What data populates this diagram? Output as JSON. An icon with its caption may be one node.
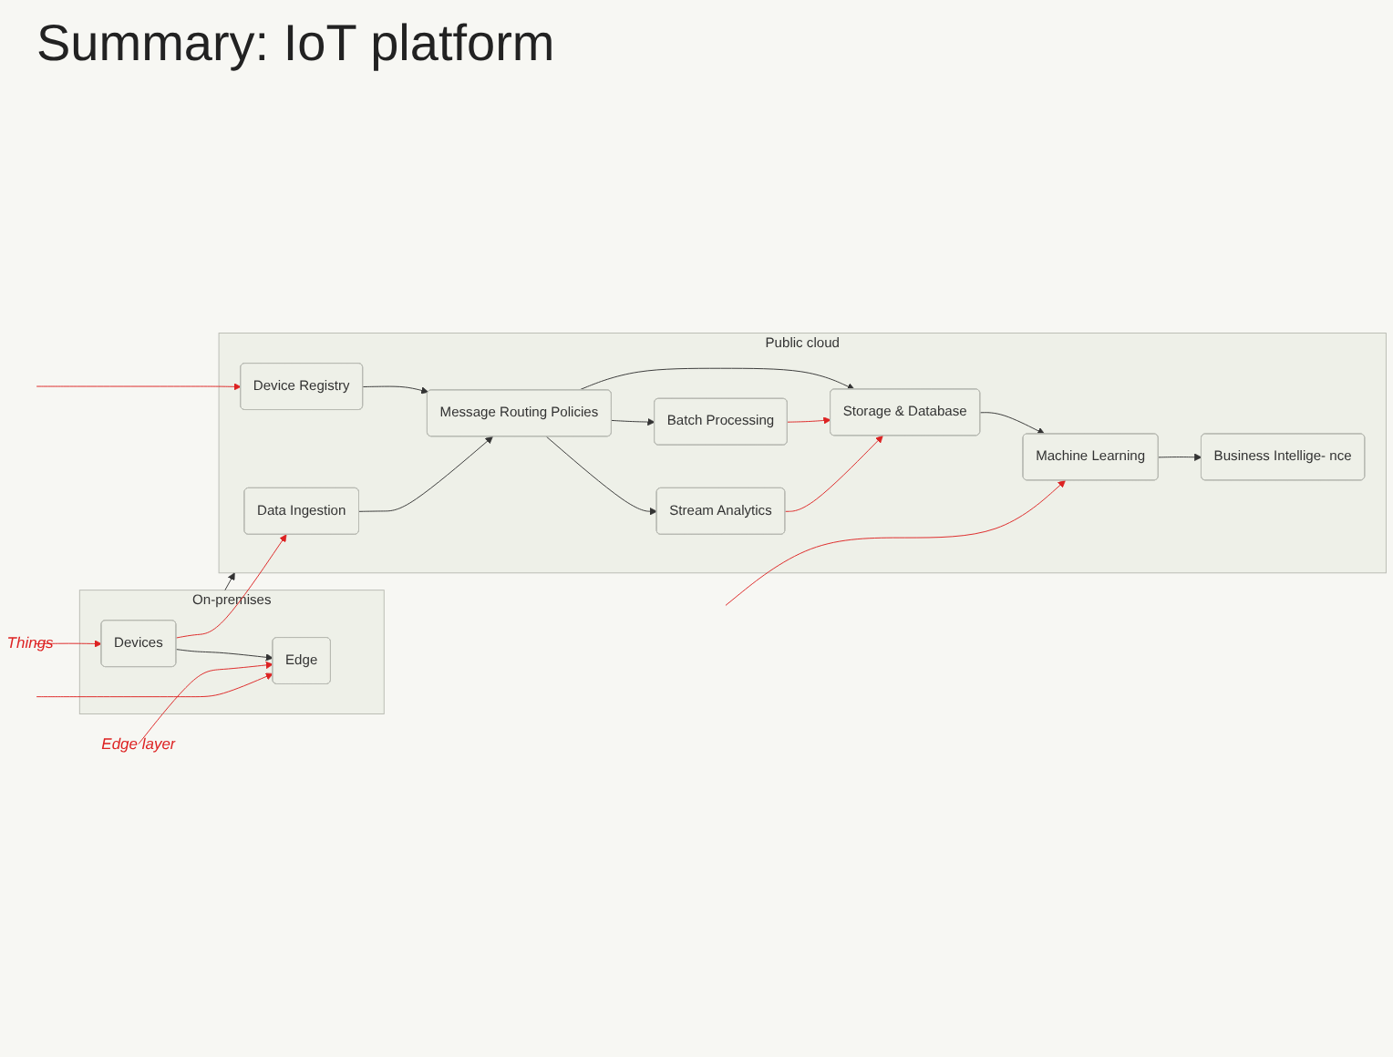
{
  "diagram": {
    "title": "Summary: IoT platform",
    "nodes": [
      {
        "text": [
          "On-premises"
        ]
      },
      {
        "text": [
          "Devices"
        ],
        "in": 0
      },
      {
        "text": [
          "Edge"
        ],
        "in": 0
      },
      {
        "text": [
          "Public cloud"
        ]
      },
      {
        "text": [
          "Device Registry"
        ],
        "in": 3
      },
      {
        "text": [
          "Data Ingestion"
        ],
        "in": 3
      },
      {
        "text": [
          "Message Routing Policies"
        ],
        "in": 3
      },
      {
        "text": [
          "Batch Processing"
        ],
        "in": 3
      },
      {
        "text": [
          "Storage & Database"
        ],
        "in": 3
      },
      {
        "text": [
          "Stream Analytics"
        ],
        "in": 3
      },
      {
        "text": [
          "Machine Learning"
        ],
        "in": 3
      },
      {
        "text": [
          "Business Intellige- nce"
        ],
        "in": 3
      },
      {
        "text": [
          "Things"
        ]
      },
      {
        "text": [
          "Edge layer"
        ]
      }
    ],
    "edges": [
      {
        "from": 1,
        "to": 2,
        "arrow": "to"
      },
      {
        "from": 0,
        "to": 3,
        "arrow": "to"
      },
      {
        "from": 4,
        "to": 6,
        "arrow": "to"
      },
      {
        "from": 5,
        "to": 6,
        "arrow": "to"
      },
      {
        "from": 6,
        "to": 7,
        "arrow": "to"
      },
      {
        "from": 6,
        "to": 8,
        "arrow": "to"
      },
      {
        "from": 6,
        "to": 9,
        "arrow": "to"
      },
      {
        "from": 8,
        "to": 10,
        "arrow": "to"
      },
      {
        "from": 10,
        "to": 11,
        "arrow": "to"
      },
      {
        "from": 12,
        "to": 1,
        "arrow": "to",
        "color": "#dd2222"
      },
      {
        "from": 13,
        "to": 2,
        "arrow": "to",
        "color": "#dd2222"
      },
      {
        "from": 7,
        "to": 8,
        "arrow": "to",
        "color": "#dd2222"
      },
      {
        "from": 9,
        "to": 8,
        "arrow": "to",
        "color": "#dd2222"
      },
      {
        "from": 1,
        "to": 5,
        "arrow": "to",
        "color": "#dd2222"
      },
      {
        "from": null,
        "to": 4,
        "arrow": "to",
        "color": "#dd2222"
      },
      {
        "from": null,
        "to": 2,
        "arrow": "to",
        "color": "#dd2222"
      },
      {
        "from": null,
        "to": 10,
        "arrow": "to",
        "color": "#dd2222"
      }
    ]
  }
}
